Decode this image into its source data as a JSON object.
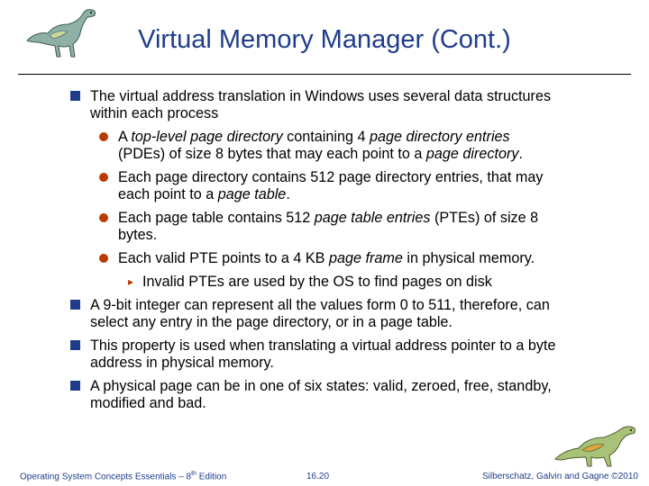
{
  "title": "Virtual Memory Manager (Cont.)",
  "bullets": {
    "b1": {
      "line1": "The virtual address translation in Windows uses several data structures",
      "line2": "within each process"
    },
    "b1_1": {
      "t1": "A ",
      "i1": "top-level page directory",
      "t2": " containing 4 ",
      "i2": "page directory entries",
      "t3": "(PDEs) of size 8 bytes that may each point to a ",
      "i3": "page directory",
      "t4": "."
    },
    "b1_2": {
      "t1": "Each page directory contains 512 page directory entries, that may",
      "t2": "each point to a ",
      "i1": "page table",
      "t3": "."
    },
    "b1_3": {
      "t1": "Each page table contains 512 ",
      "i1": "page table entries",
      "t2": " (PTEs) of size 8",
      "t3": "bytes."
    },
    "b1_4": {
      "t1": "Each valid PTE points to a 4 KB ",
      "i1": "page frame",
      "t2": " in physical memory."
    },
    "b1_4_1": "Invalid PTEs are used by the OS to find pages on disk",
    "b2": {
      "line1": "A 9-bit integer can represent all the values form 0 to 511, therefore, can",
      "line2": "select any entry in the page directory, or in a page table."
    },
    "b3": {
      "line1": "This property is used when translating a virtual address pointer to a byte",
      "line2": "address in physical memory."
    },
    "b4": {
      "line1": "A physical page can be in one of six states: valid, zeroed, free, standby,",
      "line2": "modified and bad."
    }
  },
  "footer": {
    "left_prefix": "Operating System Concepts Essentials – 8",
    "left_sup": "th",
    "left_suffix": " Edition",
    "center": "16.20",
    "right": "Silberschatz, Galvin and Gagne ©2010"
  },
  "colors": {
    "title": "#1f3d8c",
    "level1_bullet": "#1f3d8c",
    "level2_bullet": "#b73a00"
  },
  "icons": {
    "top_logo": "dinosaur-icon",
    "bottom_logo": "dinosaur-icon"
  }
}
